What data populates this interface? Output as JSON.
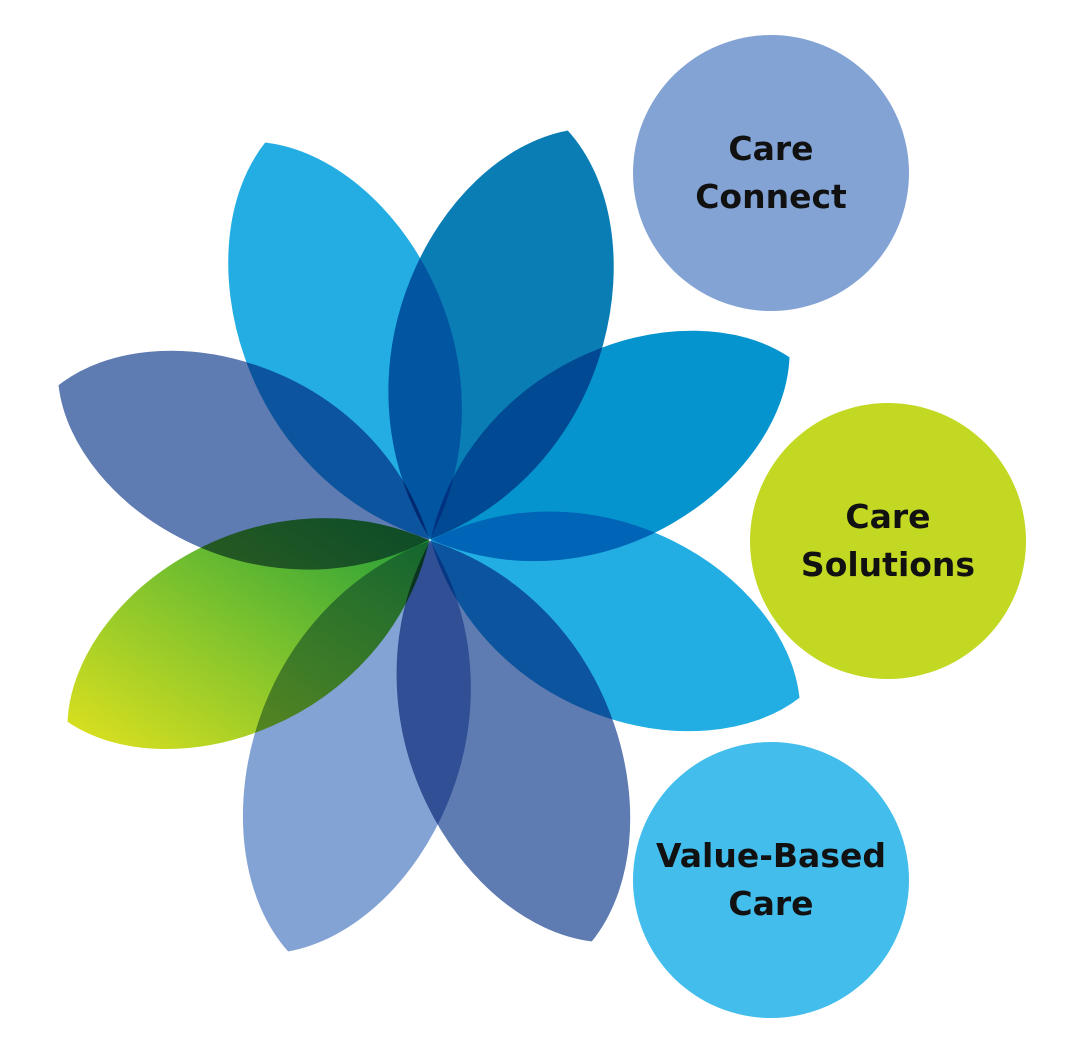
{
  "circles": [
    {
      "label": "Care\nConnect",
      "color": "#82A3D4"
    },
    {
      "label": "Care\nSolutions",
      "color": "#C2D822"
    },
    {
      "label": "Value-Based\nCare",
      "color": "#42BDEC"
    }
  ],
  "petal_colors": [
    "#23ADE3",
    "#0B7DB5",
    "#0594CE",
    "#22AEE3",
    "#5E7BB2",
    "#82A3D4",
    "green-gradient",
    "#5E7BB2"
  ]
}
